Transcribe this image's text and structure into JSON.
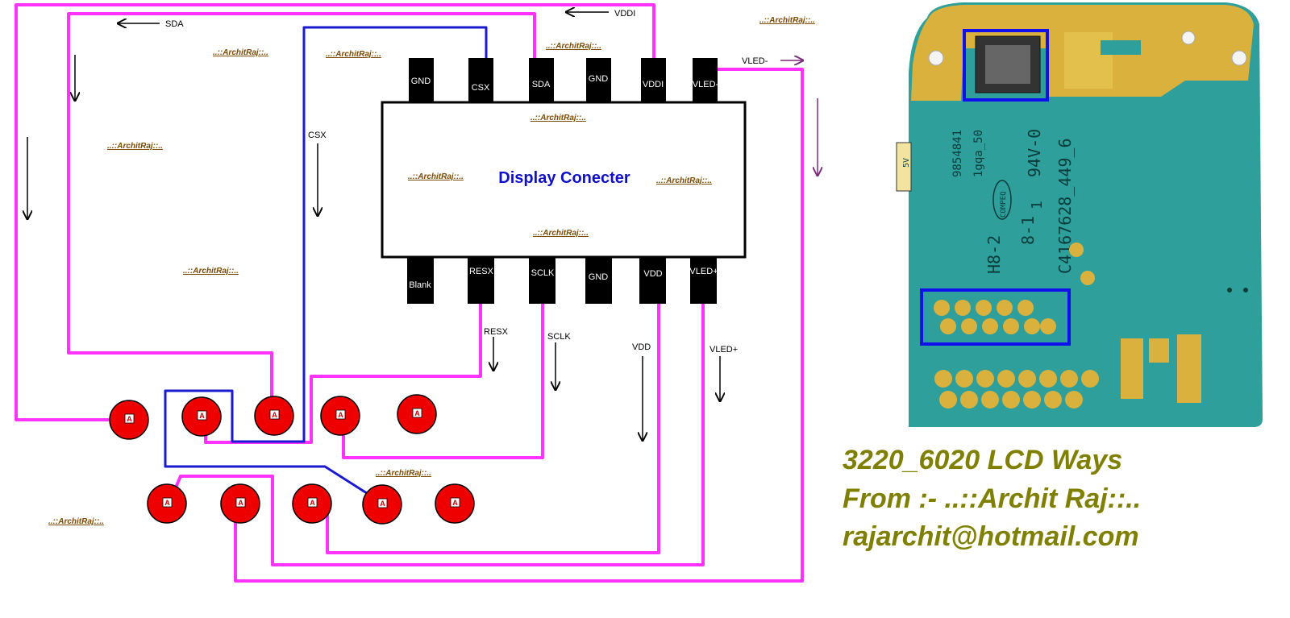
{
  "colors": {
    "trace": "#ff33ff",
    "csx_trace": "#1a1ad0",
    "pad": "#ee0000",
    "pin": "#000000",
    "pcb": "#2e9f9b",
    "gold": "#d9b13c",
    "info": "#7f7f00",
    "highlight": "#1010ee"
  },
  "connector": {
    "title": "Display Conecter",
    "top_pins": [
      "GND",
      "CSX",
      "SDA",
      "GND",
      "VDDI",
      "VLED-"
    ],
    "bottom_pins": [
      "Blank",
      "RESX",
      "SCLK",
      "GND",
      "VDD",
      "VLED+"
    ]
  },
  "signals": {
    "sda": "SDA",
    "vddi": "VDDI",
    "vled_minus": "VLED-",
    "csx": "CSX",
    "resx": "RESX",
    "sclk": "SCLK",
    "vdd": "VDD",
    "vled_plus": "VLED+"
  },
  "pad_mark": "A",
  "watermark": "..::ArchitRaj::..",
  "pcb_print": {
    "code1": "9854841",
    "code2": "1gqa_50",
    "code3": "94V-0",
    "code4": "C4167628_449_6",
    "code5": "H8-2",
    "code6": "8-1",
    "code7": "1",
    "logo": "COMPEQ",
    "edge_mark": "5V"
  },
  "info": {
    "line1": "3220_6020 LCD Ways",
    "line2": "From :- ..::Archit Raj::..",
    "line3": "rajarchit@hotmail.com"
  }
}
